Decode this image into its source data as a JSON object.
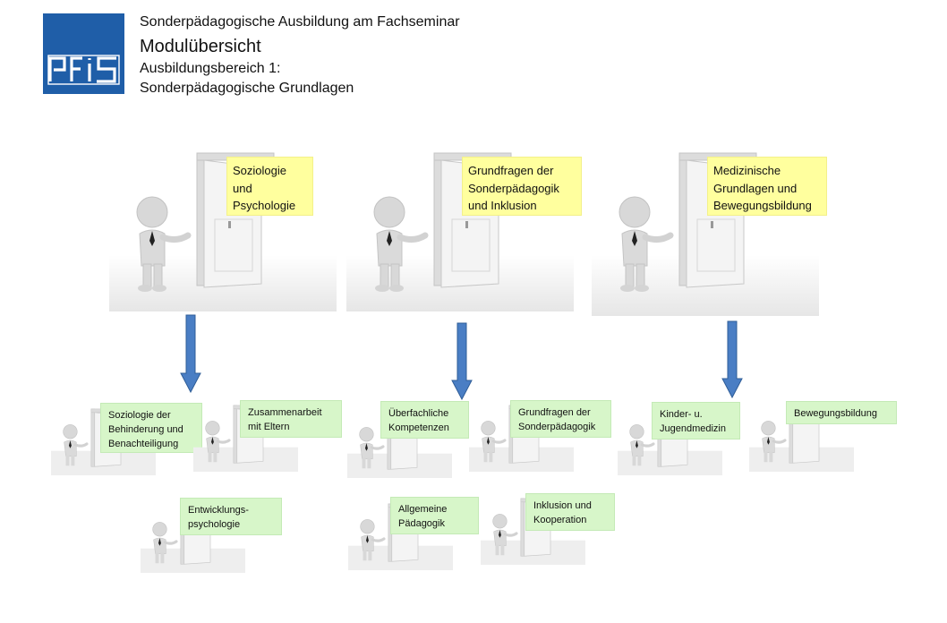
{
  "header": {
    "logo_text": "pfis",
    "line1": "Sonderpädagogische Ausbildung am Fachseminar",
    "title": "Modulübersicht",
    "line3": "Ausbildungsbereich 1:",
    "line4": "Sonderpädagogische Grundlagen"
  },
  "colors": {
    "logo_blue": "#1f5ea8",
    "main_note": "#ffff9e",
    "sub_note": "#d7f6c9",
    "arrow": "#4a7ec4",
    "arrow_border": "#2f5d97"
  },
  "main_modules": [
    {
      "label": "Soziologie\nund\nPsychologie"
    },
    {
      "label": "Grundfragen der\nSonderpädagogik\nund Inklusion"
    },
    {
      "label": "Medizinische\nGrundlagen und\nBewegungsbildung"
    }
  ],
  "sub_modules": [
    {
      "label": "Soziologie der\nBehinderung und\nBenachteiligung"
    },
    {
      "label": "Zusammenarbeit\nmit Eltern"
    },
    {
      "label": "Entwicklungs-\npsychologie"
    },
    {
      "label": "Überfachliche\nKompetenzen"
    },
    {
      "label": "Grundfragen der\nSonderpädagogik"
    },
    {
      "label": "Allgemeine\nPädagogik"
    },
    {
      "label": "Inklusion und\nKooperation"
    },
    {
      "label": "Kinder- u.\nJugendmedizin"
    },
    {
      "label": "Bewegungsbildung"
    }
  ]
}
